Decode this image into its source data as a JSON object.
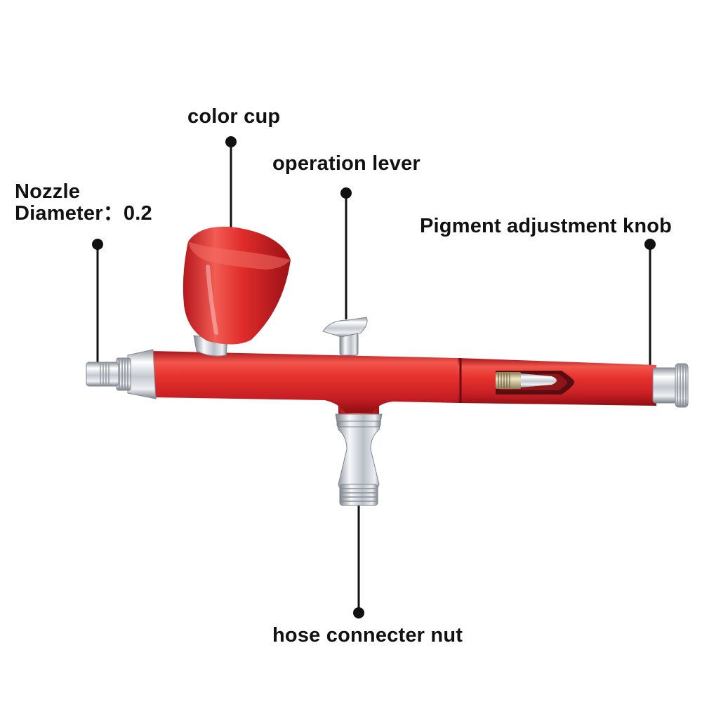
{
  "labels": {
    "color_cup": "color cup",
    "operation_lever": "operation lever",
    "nozzle_line1": "Nozzle",
    "nozzle_line2": "Diameter：0.2",
    "pigment_knob": "Pigment adjustment knob",
    "hose_nut": "hose connecter nut"
  },
  "colors": {
    "body_red": "#e8332e",
    "chrome": "#d9dde3",
    "leader": "#111111",
    "background": "#ffffff"
  }
}
